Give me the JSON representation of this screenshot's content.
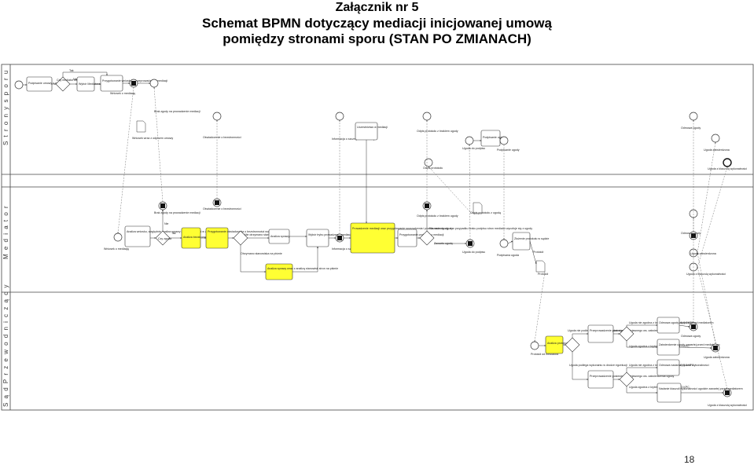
{
  "header": {
    "line1": "Załącznik nr 5",
    "line2": "Schemat BPMN dotyczący mediacji inicjowanej umową",
    "line3": "pomiędzy stronami sporu (STAN PO ZMIANACH)"
  },
  "lanes": [
    "S t r o n y   s p o r u",
    "M e d i a t o r",
    "S ą d   P r z e w o d n i c z ą c y"
  ],
  "labels": {
    "tak": "Tak",
    "nie": "Nie",
    "lane1": {
      "zawarcie_umowy": "Podpisanie umowy o mediację",
      "czy_mediator": "Czy mediator wskazany?",
      "wybor_mediatora": "Wybór Mediatora",
      "przygotowanie_wniosku": "Przygotowanie wniosku o przeprowadzenie mediacji",
      "wniosek_o_mediacje": "Wniosek o mediację",
      "brak_zgody": "Brak zgody na prowadzenie mediacji",
      "wniosek_wraz": "Wniosek wraz z odpisem umowy",
      "oswiadczenie": "Oświadczenie o bezstronności",
      "informacja": "Informacja o szczegółach mediacji",
      "uczestnictwo": "Uczestnictwo w mediacji",
      "odpis_protokolu": "Odpis protokołu z brakiem ugody",
      "podpisanie_ugody": "Podpisanie ugody",
      "ugoda_do_podpisu": "Ugoda do podpisu",
      "podpisanie_ugody2": "Podpisanie ugody",
      "odmowa_ugody": "Odmowa ugody",
      "ugoda_zatwierdzona": "Ugoda zatwierdzona",
      "odpis_protokolu2": "Odpis protokołu",
      "ugoda_klauzula": "Ugoda z klauzulą wykonalności"
    },
    "lane2": {
      "wniosek_o_mediacje": "Wniosek o mediację",
      "analiza_wniosku": "Analiza wniosku, względnie analiza sprawy (odpisów, skargi w zakresie mediacji)",
      "czy_zgoda": "Czy zgoda",
      "analiza_bezstronnosci": "Analiza bezstronności",
      "przygotowanie_oswiadczenia": "Przygotowanie oświadczenia o bezstronności wobec stron sporu",
      "brak_zgody": "Brak zgody na prowadzenie mediacji",
      "oswiadczenie": "Oświadczenie o bezstronności",
      "nie_otrzymano": "Nie otrzymano stanowisk na piśmie",
      "otrzymano": "Otrzymano stanowiska na piśmie",
      "analiza_sprawy": "Analiza sprawy",
      "analiza_sprawy_wraz": "Analiza sprawy wraz z analizą stanowisk stron na piśmie",
      "wybor_trybu": "Wybór trybu prowadzenia mediacji",
      "informacja": "Informacja o szczegółach mediacji",
      "prowadzenie": "Prowadzenie mediacji oraz przygotowanie sporządzenia i przekazanie ugody, a w przypadku braku podpisu stron mediator wycofuje się z ugody",
      "odpis_protokolu": "Odpis protokołu z brakiem ugody",
      "odpis_protokolu_ugoda": "Odpis protokołu z ugodą",
      "przygotowanie_protokolu": "Przygotowanie protokołu z mediacji",
      "nie_zawarto": "Nie zawarto ugody",
      "zawarto": "Zawarto ugodę",
      "ugoda_do_podpisu": "Ugoda do podpisu",
      "podpisana_ugoda": "Podpisana ugoda",
      "zlozenie_protokolu": "Złożenie protokołu w sądzie",
      "protokol": "Protokół",
      "odmowa_ugody": "Odmowa ugody",
      "ugoda_zatwierdzona": "Ugoda zatwierdzona",
      "protokol2": "Protokół",
      "ugoda_klauzula": "Ugoda z klauzulą wykonalności"
    },
    "lane3": {
      "protokol": "Protokół od mediatora",
      "analiza_protokolu": "Analiza protokołu",
      "ugoda_nie_podlega": "Ugoda nie podlega wykonaniu w drodze egzekucji",
      "przeprowadzenie": "Przeprowadzenie posiedzenia niejawnego ws. zatwierdzenia ugody",
      "ugoda_podlega": "Ugoda podlega wykonaniu w drodze egzekucji",
      "przeprowadzenie2": "Przeprowadzenie posiedzenia niejawnego ws. zatwierdzenia ugody",
      "ugoda_nie_zgodna": "Ugoda nie zgodna z kryteriami art. 183(14) § 3 KPC",
      "ugoda_zgodna": "Ugoda zgodna z kryteriami art. 183(14) § 3 KPC",
      "ugoda_nie_zgodna2": "Ugoda nie zgodna z kryteriami art. 183(14) § 3 KPC",
      "ugoda_zgodna2": "Ugoda zgodna z kryteriami art. 183(14) § 3 KPC",
      "odmowa_ugody": "Odmowa ugody zawartej przed mediatorem",
      "zatwierdzenie": "Zatwierdzenie ugody zawartej przed mediatorem",
      "odmowa_nadania": "Odmowa nadania klauzuli wykonalności",
      "nadanie": "Nadanie klauzuli wykonalności ugodzie zawartej przed mediatorem",
      "odmowa_ugody_end": "Odmowa ugody",
      "ugoda_zatwierdzona": "Ugoda zatwierdzona",
      "ugoda_klauzula": "Ugoda z klauzulą wykonalności"
    }
  },
  "page_number": "18"
}
